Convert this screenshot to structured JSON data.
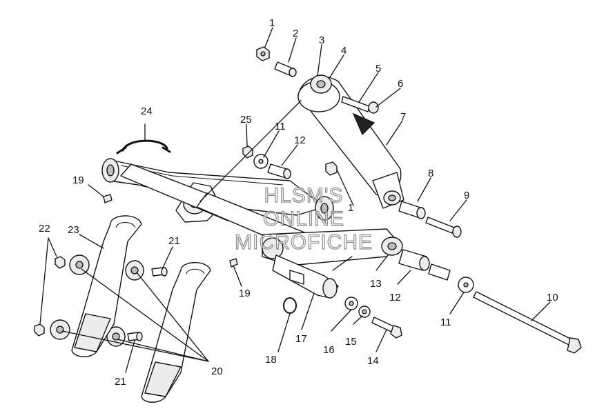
{
  "watermark": {
    "line1": "HLSM'S",
    "line2": "ONLINE",
    "line3": "MICROFICHE"
  },
  "callouts": {
    "c1a": "1",
    "c1b": "1",
    "c2": "2",
    "c3": "3",
    "c4": "4",
    "c5": "5",
    "c6": "6",
    "c7": "7",
    "c8": "8",
    "c9": "9",
    "c10": "10",
    "c11a": "11",
    "c11b": "11",
    "c12a": "12",
    "c12b": "12",
    "c13": "13",
    "c14": "14",
    "c15": "15",
    "c16": "16",
    "c17": "17",
    "c18": "18",
    "c19a": "19",
    "c19b": "19",
    "c20": "20",
    "c21a": "21",
    "c21b": "21",
    "c22": "22",
    "c23": "23",
    "c24": "24",
    "c25": "25"
  }
}
